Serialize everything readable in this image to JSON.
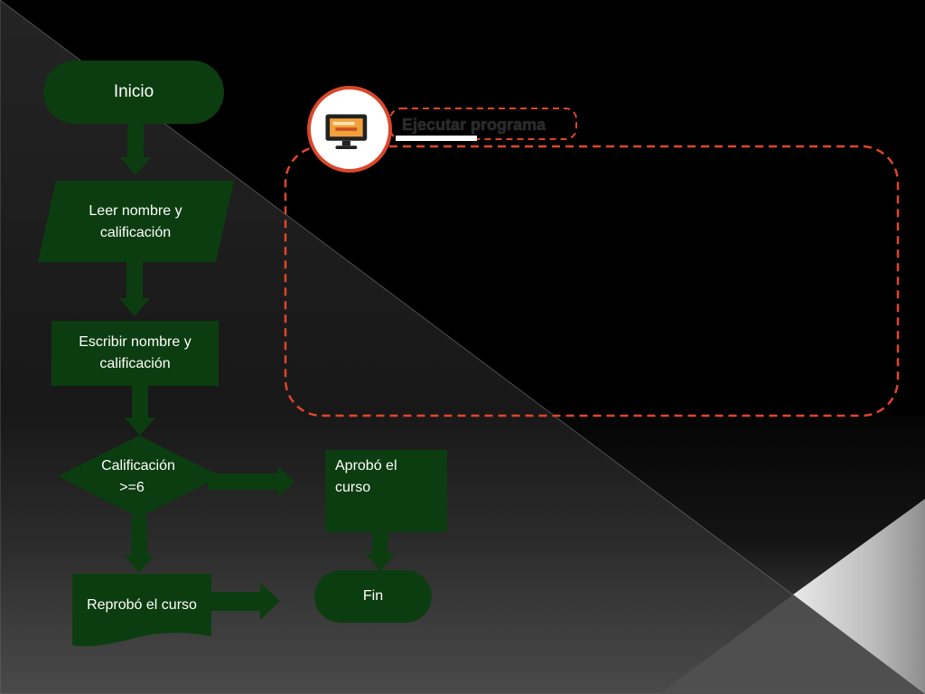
{
  "flowchart": {
    "start_label": "Inicio",
    "read_line1": "Leer nombre y",
    "read_line2": "calificación",
    "write_line1": "Escribir nombre y",
    "write_line2": "calificación",
    "decision_line1": "Calificación",
    "decision_line2": ">=6",
    "pass_line1": "Aprobó el",
    "pass_line2": "curso",
    "fail_label": "Reprobó el curso",
    "end_label": "Fin"
  },
  "panel": {
    "title": "Ejecutar programa",
    "icon": "monitor-icon"
  },
  "colors": {
    "node_fill": "#0c3d10",
    "dash_border": "#e0452a",
    "background": "#000000"
  }
}
